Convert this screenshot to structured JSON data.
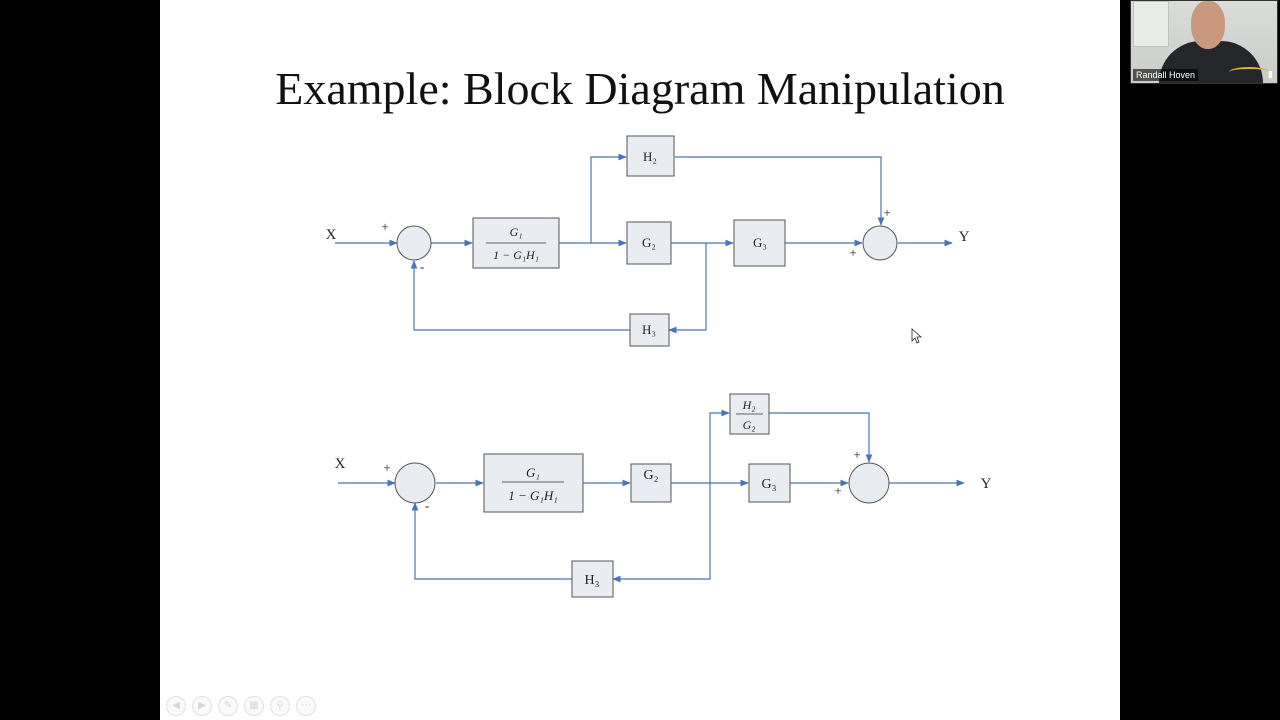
{
  "slide": {
    "title": "Example: Block Diagram Manipulation"
  },
  "diagram_top": {
    "input": "X",
    "output": "Y",
    "block_g1": {
      "numerator": "G₁",
      "denominator": "1 − G₁H₁"
    },
    "block_g2": "G₂",
    "block_g3": "G₃",
    "block_h2": "H₂",
    "block_h3": "H₃",
    "sum1_plus": "+",
    "sum1_minus": "-",
    "sum2_top_plus": "+",
    "sum2_left_plus": "+"
  },
  "diagram_bottom": {
    "input": "X",
    "output": "Y",
    "block_g1": {
      "numerator": "G₁",
      "denominator": "1 − G₁H₁"
    },
    "block_g2": "G₂",
    "block_g3": "G₃",
    "block_h2g2": {
      "numerator": "H₂",
      "denominator": "G₂"
    },
    "block_h3": "H₃",
    "sum1_plus": "+",
    "sum1_minus": "-",
    "sum2_top_plus": "+",
    "sum2_left_plus": "+"
  },
  "nav_controls": [
    "prev-icon",
    "next-icon",
    "pen-icon",
    "slides-icon",
    "zoom-icon",
    "more-icon"
  ],
  "webcam": {
    "participant_name": "Randall Hoven"
  },
  "colors": {
    "line": "#4a74b8",
    "block_fill": "#e9edf2",
    "block_stroke": "#555555"
  }
}
